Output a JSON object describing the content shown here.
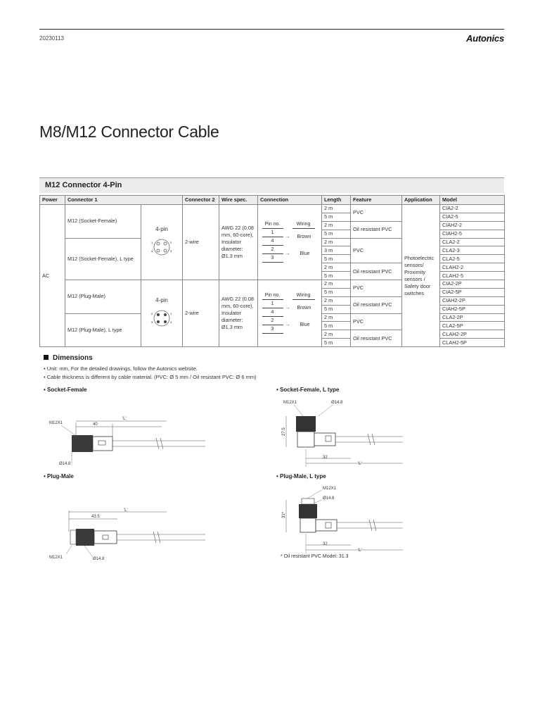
{
  "header": {
    "doc_code": "20230113",
    "brand": "Autonics"
  },
  "title": "M8/M12 Connector Cable",
  "section": "M12 Connector 4-Pin",
  "table": {
    "headers": [
      "Power",
      "Connector 1",
      "Connector 2",
      "Wire spec.",
      "Connection",
      "Length",
      "Feature",
      "Application",
      "Model"
    ],
    "power": "AC",
    "connector_pins_label": "4-pin",
    "connector2": "2-wire",
    "wire_spec": "AWG 22 (0.08 mm, 60-core), Insulator diameter: Ø1.3 mm",
    "application": "Photoelectric sensors/ Proximity sensors / Safety door switches",
    "groups": [
      {
        "label": "M12 (Socket-Female)"
      },
      {
        "label": "M12 (Socket-Female), L type"
      },
      {
        "label": "M12 (Plug-Male)"
      },
      {
        "label": "M12 (Plug-Male), L type"
      }
    ],
    "wiring": {
      "pin_head": "Pin no.",
      "wiring_head": "Wiring",
      "pins": [
        "1",
        "4",
        "2",
        "3"
      ],
      "colors": [
        "Brown",
        "Blue"
      ],
      "arrow": "→"
    },
    "features": {
      "pvc": "PVC",
      "oil": "Oil resistant PVC"
    },
    "lengths": [
      "2 m",
      "5 m",
      "2 m",
      "5 m",
      "2 m",
      "3 m",
      "5 m",
      "2 m",
      "5 m",
      "2 m",
      "5 m",
      "2 m",
      "5 m",
      "2 m",
      "5 m",
      "2 m",
      "5 m"
    ],
    "models": [
      "CIA2-2",
      "CIA2-5",
      "CIAH2-2",
      "CIAH2-5",
      "CLA2-2",
      "CLA2-3",
      "CLA2-5",
      "CLAH2-2",
      "CLAH2-5",
      "CIA2-2P",
      "CIA2-5P",
      "CIAH2-2P",
      "CIAH2-5P",
      "CLA2-2P",
      "CLA2-5P",
      "CLAH2-2P",
      "CLAH2-5P"
    ],
    "pin_numbers": [
      "1",
      "2",
      "3",
      "4"
    ]
  },
  "dimensions": {
    "title": "Dimensions",
    "notes": [
      "Unit: mm, For the detailed drawings, follow the Autonics website.",
      "Cable thickness is different by cable material. (PVC: Ø 5 mm / Oil resistant PVC: Ø 6 mm)"
    ],
    "socket_female": {
      "title": "Socket-Female",
      "thread": "M12X1",
      "len": "40",
      "L": "'L'",
      "dia": "Ø14.8"
    },
    "socket_female_l": {
      "title": "Socket-Female, L type",
      "thread": "M12X1",
      "dia": "Ø14.8",
      "h": "27.5",
      "len": "32",
      "L": "'L'"
    },
    "plug_male": {
      "title": "Plug-Male",
      "thread": "M12X1",
      "len": "43.5",
      "L": "'L'",
      "dia": "Ø14.8"
    },
    "plug_male_l": {
      "title": "Plug-Male, L type",
      "thread": "M12X1",
      "dia": "Ø14.8",
      "h": "31*",
      "len": "32",
      "L": "'L'",
      "footnote": "* Oil resistant PVC Model: 31.3"
    }
  }
}
